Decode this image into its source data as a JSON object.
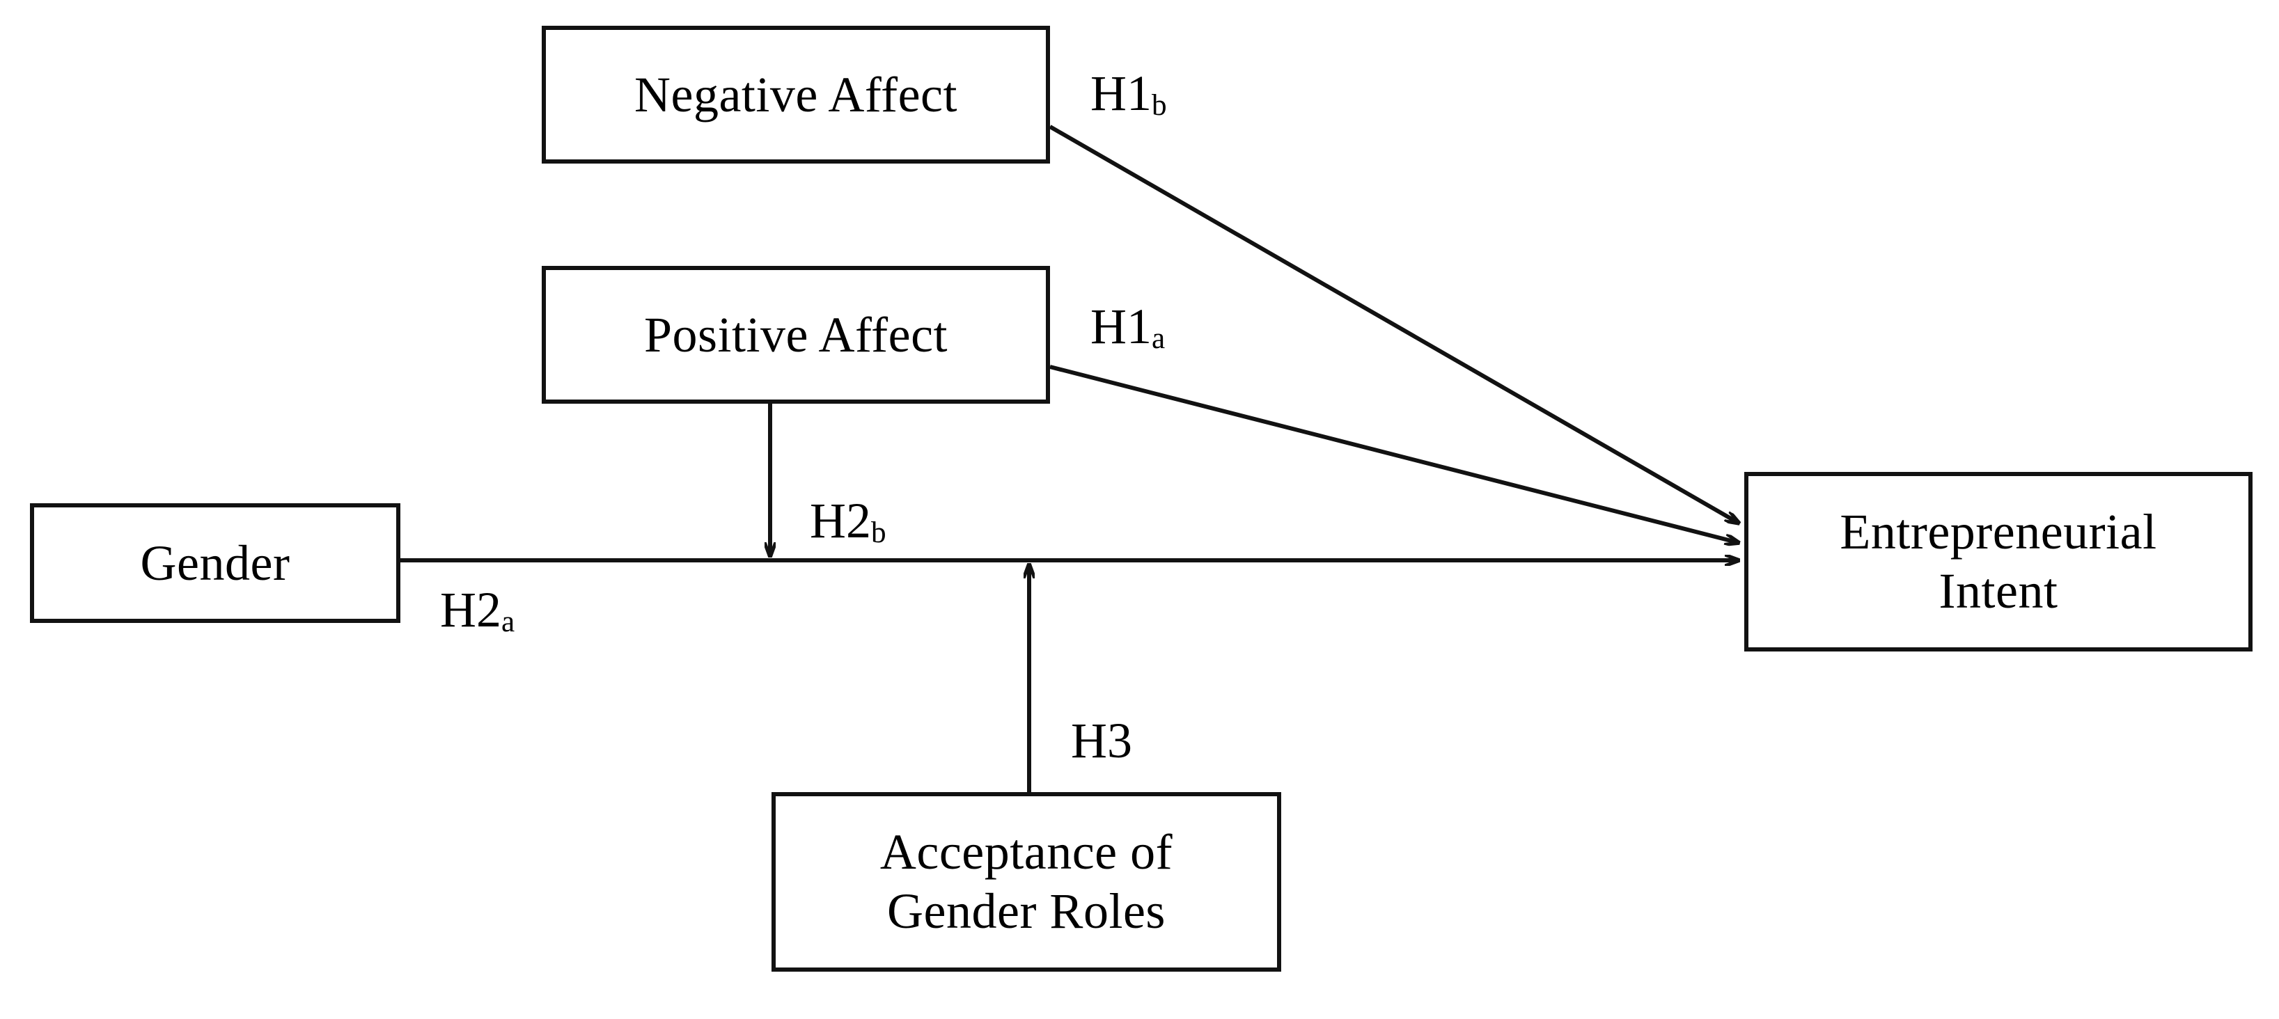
{
  "diagram": {
    "type": "conceptual-research-model",
    "background_color": "#ffffff",
    "line_color": "#121212",
    "nodes": [
      {
        "id": "negative-affect",
        "label": "Negative Affect"
      },
      {
        "id": "positive-affect",
        "label": "Positive Affect"
      },
      {
        "id": "gender",
        "label": "Gender"
      },
      {
        "id": "acceptance-of-gender-roles",
        "label": "Acceptance of\nGender Roles"
      },
      {
        "id": "entrepreneurial-intent",
        "label": "Entrepreneurial\nIntent"
      }
    ],
    "edges": [
      {
        "id": "h1b",
        "from": "negative-affect",
        "to": "entrepreneurial-intent",
        "hypothesis": "H1",
        "subscript": "b",
        "style": "solid-arrow"
      },
      {
        "id": "h1a",
        "from": "positive-affect",
        "to": "entrepreneurial-intent",
        "hypothesis": "H1",
        "subscript": "a",
        "style": "solid-arrow"
      },
      {
        "id": "h2a",
        "from": "gender",
        "to": "entrepreneurial-intent",
        "hypothesis": "H2",
        "subscript": "a",
        "style": "solid-arrow"
      },
      {
        "id": "h2b",
        "from": "positive-affect",
        "to": "h2a",
        "hypothesis": "H2",
        "subscript": "b",
        "style": "solid-arrow-moderator-down"
      },
      {
        "id": "h3",
        "from": "acceptance-of-gender-roles",
        "to": "h2a",
        "hypothesis": "H3",
        "subscript": "",
        "style": "solid-arrow-moderator-up"
      }
    ]
  }
}
